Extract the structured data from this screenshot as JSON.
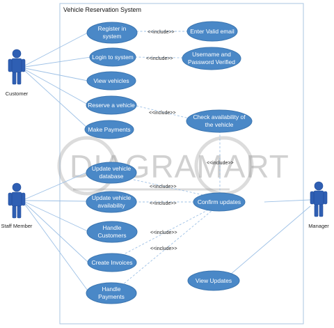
{
  "system": {
    "title": "Vehicle Reservation System"
  },
  "watermark": {
    "text": "DIAGRAMART"
  },
  "actors": {
    "customer": "Customer",
    "staff": "Staff Member",
    "manager": "Manager"
  },
  "include_label": "<<include>>",
  "use_cases": [
    {
      "id": "register",
      "lines": [
        "Register in",
        "system"
      ]
    },
    {
      "id": "email",
      "lines": [
        "Enter Valid email"
      ]
    },
    {
      "id": "login",
      "lines": [
        "Login to system"
      ]
    },
    {
      "id": "verified",
      "lines": [
        "Username and",
        "Password Verified"
      ]
    },
    {
      "id": "view-vehicles",
      "lines": [
        "View vehicles"
      ]
    },
    {
      "id": "reserve",
      "lines": [
        "Reserve a vehicle"
      ]
    },
    {
      "id": "check",
      "lines": [
        "Check availability of",
        "the vehicle"
      ]
    },
    {
      "id": "payments",
      "lines": [
        "Make Payments"
      ]
    },
    {
      "id": "update-db",
      "lines": [
        "Update vehicle",
        "database"
      ]
    },
    {
      "id": "update-avail",
      "lines": [
        "Update vehicle",
        "availability"
      ]
    },
    {
      "id": "confirm",
      "lines": [
        "Confirm updates"
      ]
    },
    {
      "id": "customers",
      "lines": [
        "Handle",
        "Customers"
      ]
    },
    {
      "id": "invoices",
      "lines": [
        "Create Invoices"
      ]
    },
    {
      "id": "handle-payments",
      "lines": [
        "Handle",
        "Payments"
      ]
    },
    {
      "id": "view-updates",
      "lines": [
        "View Updates"
      ]
    }
  ]
}
